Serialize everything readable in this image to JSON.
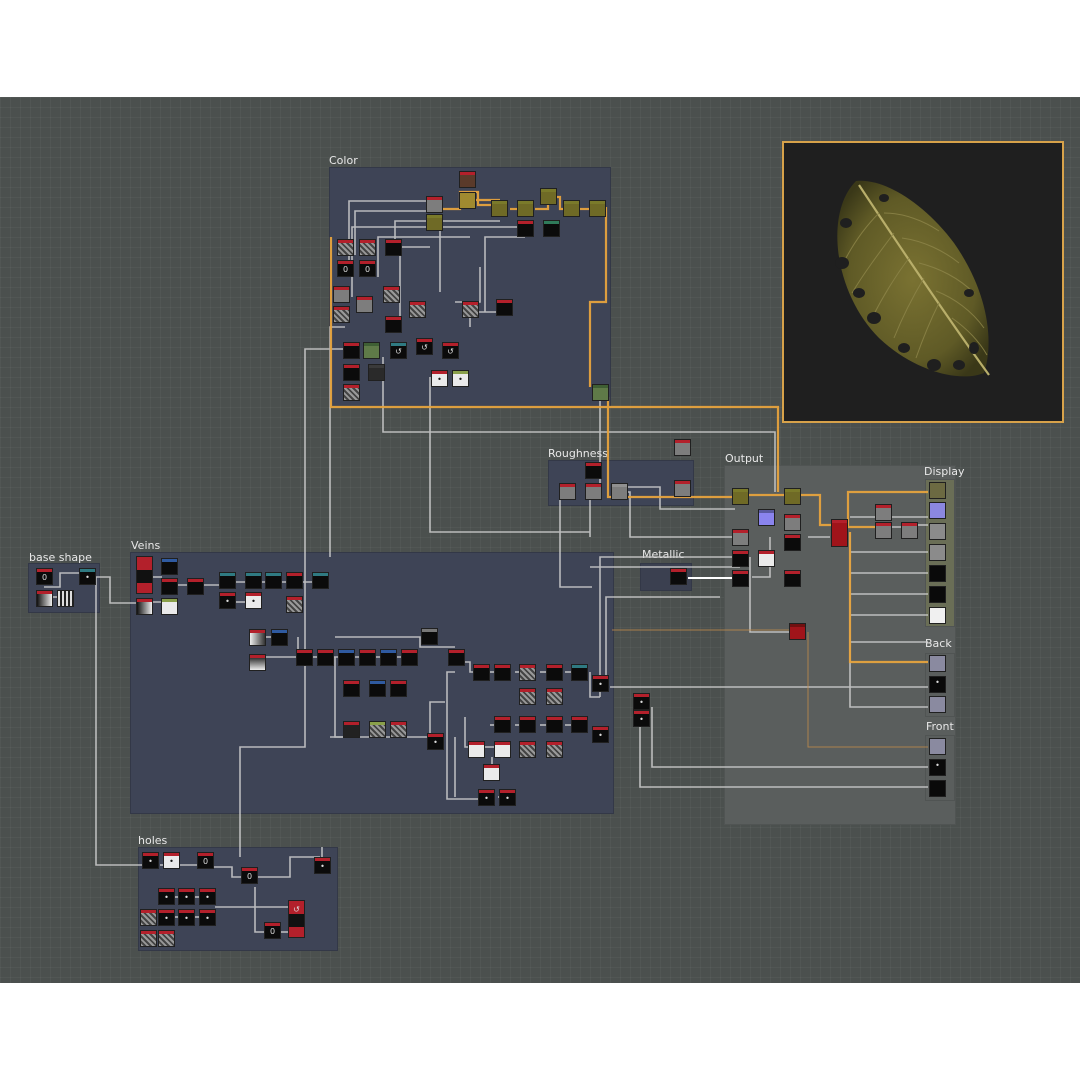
{
  "frames": {
    "color": "Color",
    "roughness": "Roughness",
    "output": "Output",
    "display": "Display",
    "metallic": "Metallic",
    "base_shape": "base shape",
    "veins": "Veins",
    "holes": "holes",
    "back": "Back",
    "front": "Front"
  },
  "preview": {
    "subject": "leaf",
    "border_color": "#d7a24a",
    "leaf_color": "#6f6a2c",
    "background": "#1f1f1f"
  },
  "colors": {
    "canvas": "#4b504e",
    "frame": "#3e4456",
    "wire": "#cfcfcf",
    "wire_highlight": "#e6a33e",
    "node_header": "#b3202b"
  },
  "node_icons": {
    "zero": "0",
    "drop": "•",
    "rotate": "↺"
  }
}
